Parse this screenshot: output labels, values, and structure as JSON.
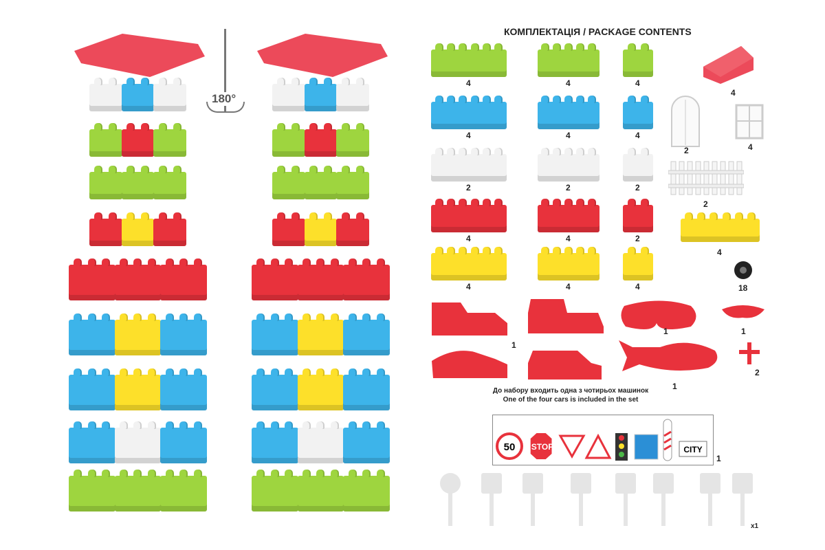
{
  "rotation_label": "180°",
  "title": "КОМПЛЕКТАЦІЯ / PACKAGE CONTENTS",
  "colors": {
    "green": "#9ed53f",
    "blue": "#3db4ea",
    "white": "#f2f2f2",
    "red": "#e8323c",
    "yellow": "#fde02a",
    "roof": "#ec4a5a"
  },
  "bricks": [
    {
      "color": "green",
      "quantities": [
        "4",
        "4",
        "4"
      ]
    },
    {
      "color": "blue",
      "quantities": [
        "4",
        "4",
        "4"
      ]
    },
    {
      "color": "white",
      "quantities": [
        "2",
        "2",
        "2"
      ]
    },
    {
      "color": "red",
      "quantities": [
        "4",
        "4",
        "2"
      ]
    },
    {
      "color": "yellow",
      "quantities": [
        "4",
        "4",
        "4"
      ]
    }
  ],
  "parts": {
    "roof": "4",
    "door": "2",
    "window": "4",
    "fence": "2",
    "platform": "4",
    "wheel": "18"
  },
  "cars": {
    "car_qty": "1",
    "base_qty": "1",
    "small_qty": "1",
    "plane_qty": "1",
    "propeller_qty": "2"
  },
  "note": {
    "uk": "До набору входить одна з чотирьох машинок",
    "en": "One of the four cars is included in the set"
  },
  "signs": {
    "speed": "50",
    "stop": "STOP",
    "city": "CITY",
    "qty": "1"
  },
  "stands_qty": "x1"
}
